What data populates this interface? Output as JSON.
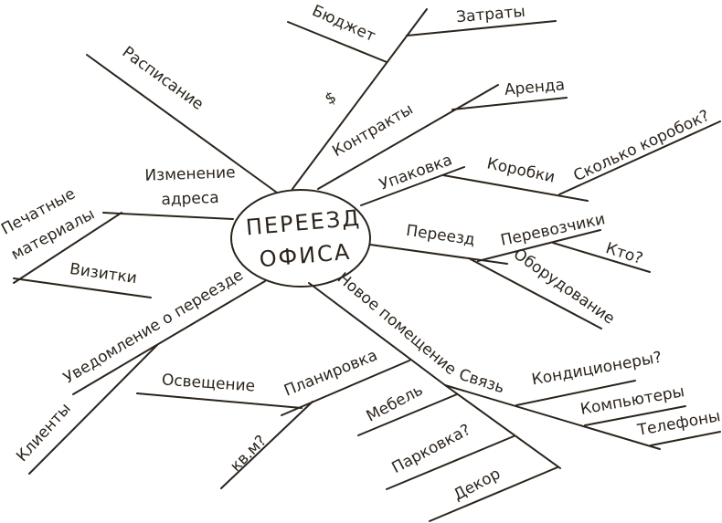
{
  "center": {
    "line1": "ПЕРЕЕЗД",
    "line2": "ОФИСА"
  },
  "branches": {
    "budget": {
      "label": "Бюджет",
      "costs": "Затраты",
      "symbol": "$"
    },
    "contracts": {
      "label": "Контракты",
      "rent": "Аренда"
    },
    "packing": {
      "label": "Упаковка",
      "boxes": "Коробки",
      "how_many": "Сколько коробок?"
    },
    "moving": {
      "label": "Переезд",
      "movers": "Перевозчики",
      "who": "Кто?",
      "equipment": "Оборудование"
    },
    "new_premises": {
      "label": "Новое помещение",
      "communication": "Связь",
      "ac": "Кондиционеры?",
      "computers": "Компьютеры",
      "phones": "Телефоны",
      "furniture": "Мебель",
      "parking": "Парковка?",
      "decor": "Декор"
    },
    "layout": {
      "label": "Планировка",
      "lighting": "Освещение",
      "sqm": "кв.м?"
    },
    "notice": {
      "label": "Уведомление о переезде",
      "clients": "Клиенты"
    },
    "address": {
      "label_line1": "Изменение",
      "label_line2": "адреса",
      "printed_line1": "Печатные",
      "printed_line2": "материалы",
      "cards": "Визитки"
    },
    "schedule": {
      "label": "Расписание"
    }
  },
  "colors": {
    "ink": "#2b241c",
    "background": "#ffffff"
  }
}
